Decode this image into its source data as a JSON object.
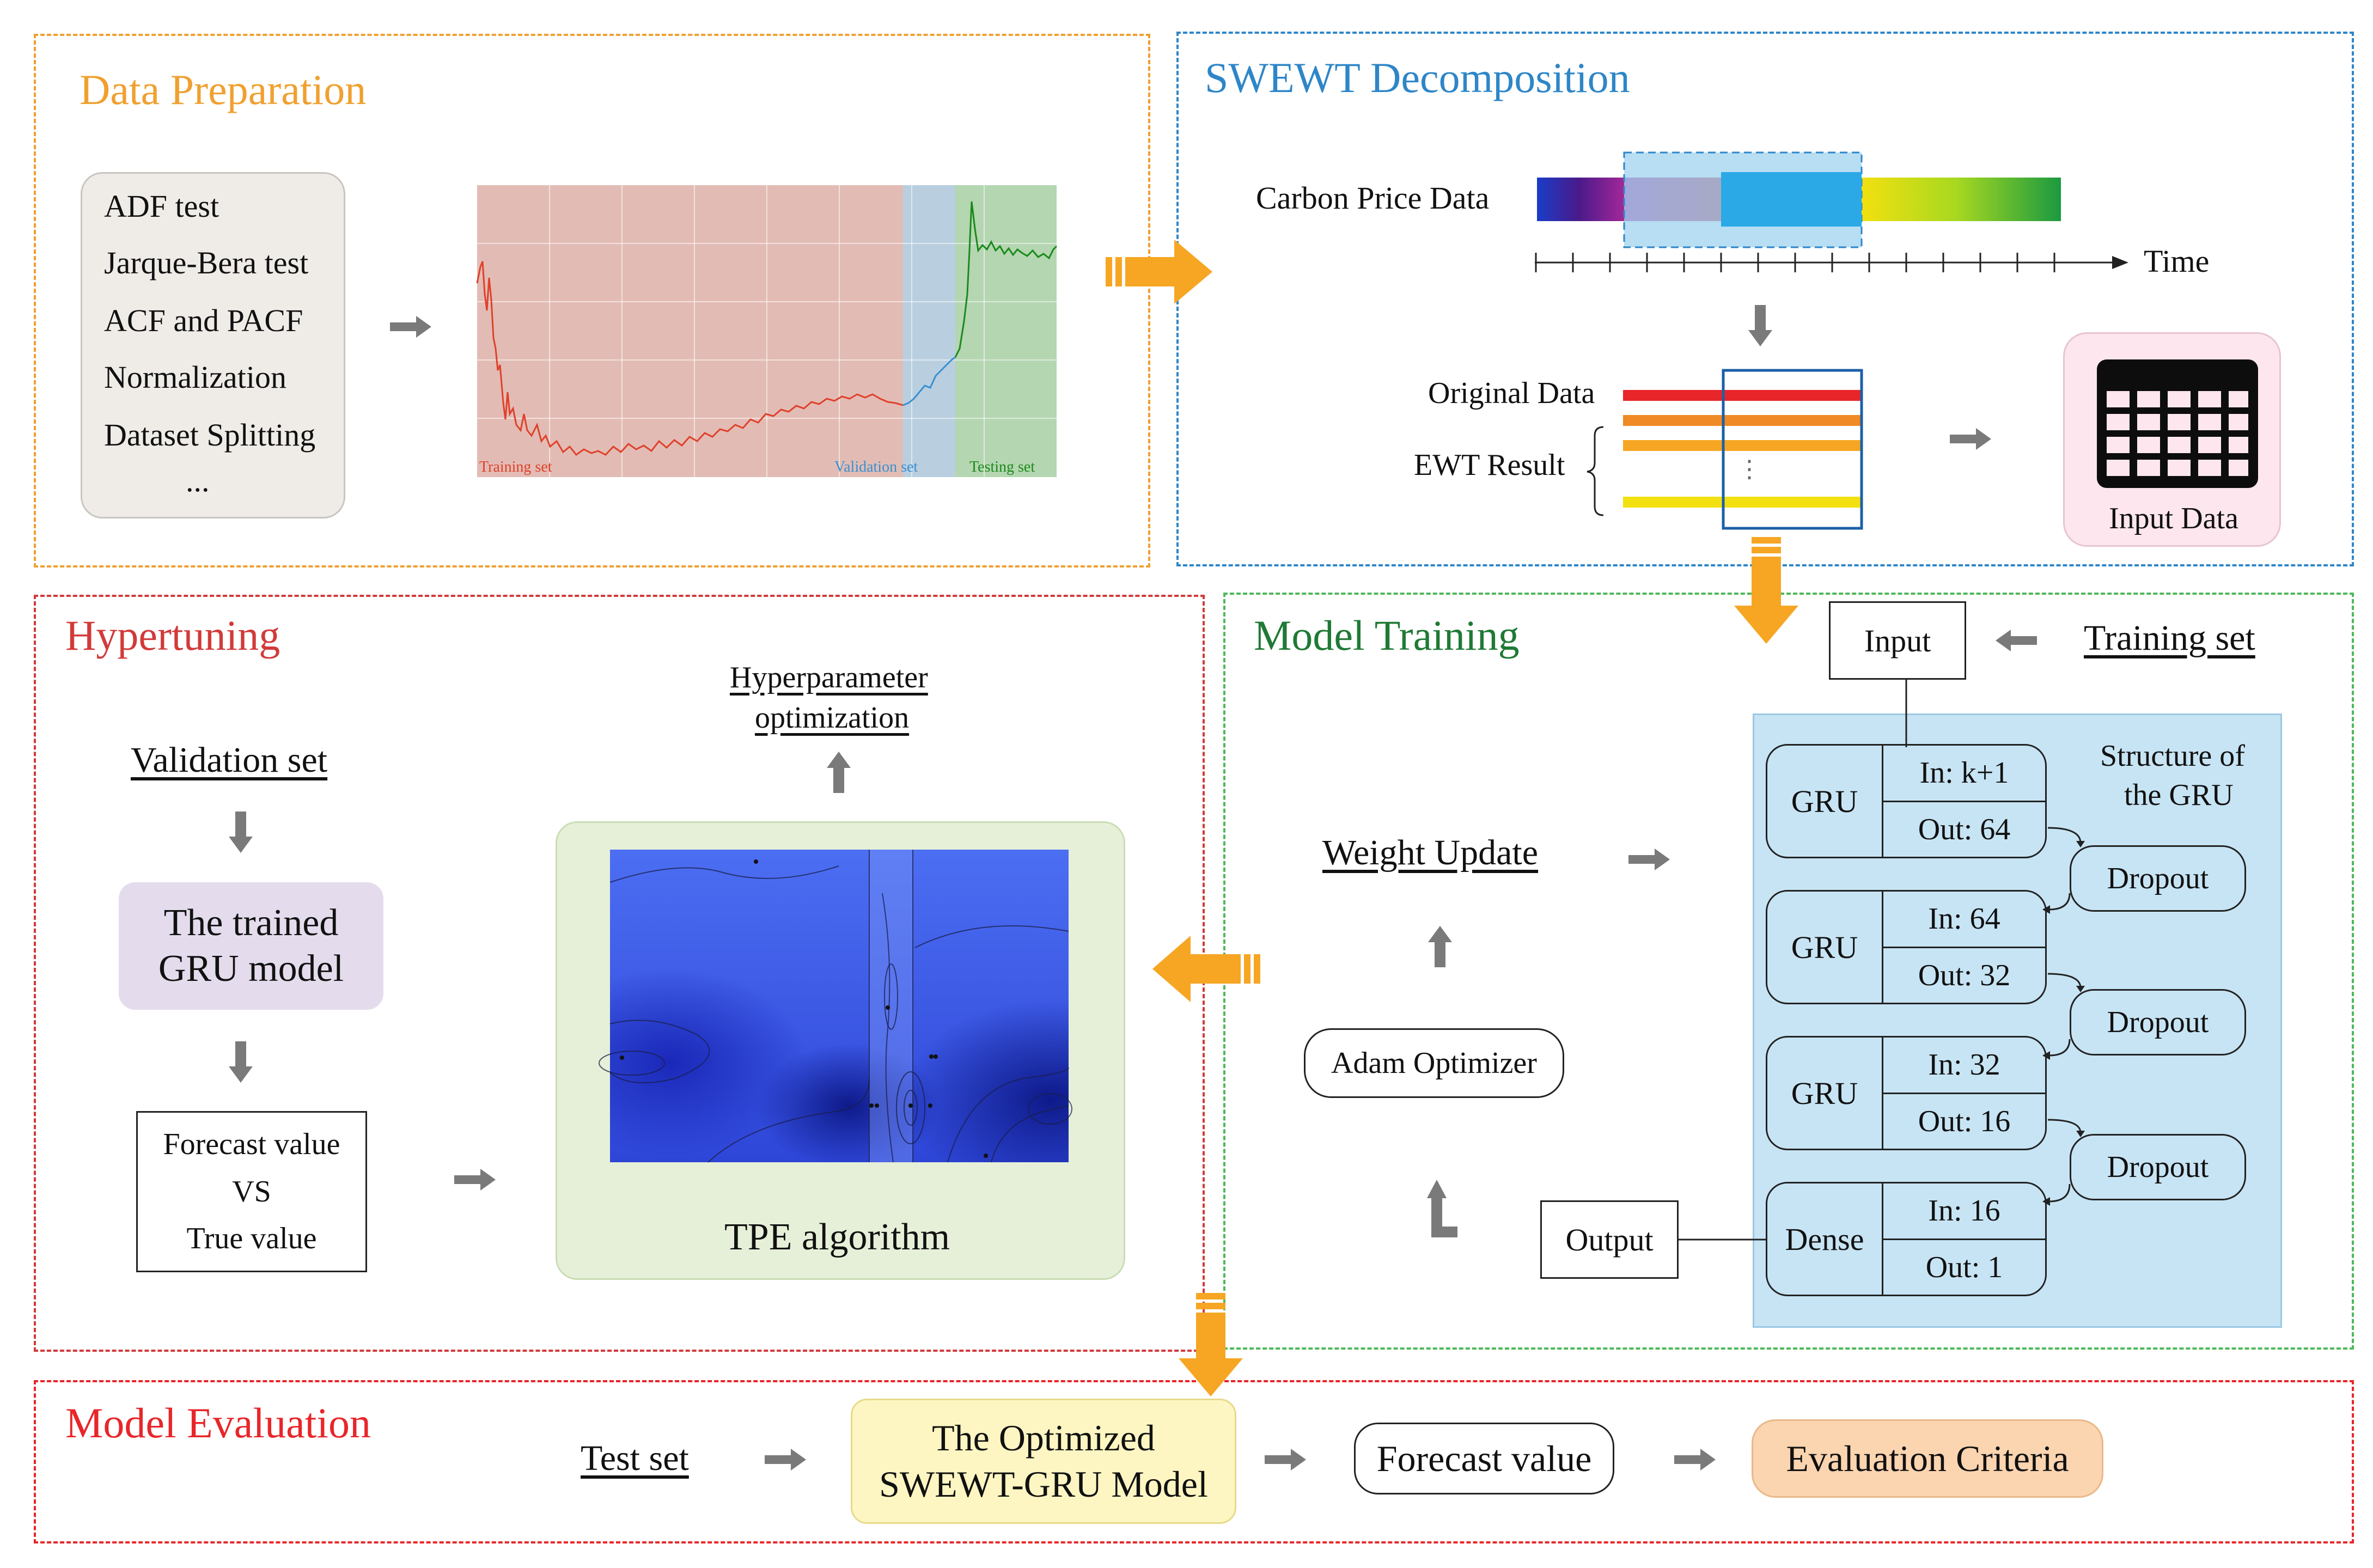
{
  "panels": {
    "data_prep": {
      "title": "Data Preparation",
      "color": "#f0a030"
    },
    "swewt": {
      "title": "SWEWT Decomposition",
      "color": "#2e86c8"
    },
    "hypertuning": {
      "title": "Hypertuning",
      "color": "#d23a3a"
    },
    "model_training": {
      "title": "Model Training",
      "color": "#1f7a35"
    },
    "model_evaluation": {
      "title": "Model Evaluation",
      "color": "#e8262a"
    }
  },
  "prep_steps": [
    "ADF test",
    "Jarque-Bera test",
    "ACF and PACF",
    "Normalization",
    "Dataset Splitting",
    "..."
  ],
  "split_chart": {
    "training_label": "Training set",
    "validation_label": "Validation set",
    "testing_label": "Testing set"
  },
  "swewt": {
    "carbon_price_label": "Carbon Price Data",
    "time_label": "Time",
    "original_data_label": "Original Data",
    "ewt_result_label": "EWT Result",
    "dots": "⋮",
    "input_data_label": "Input Data"
  },
  "hypertuning": {
    "validation_set": "Validation set",
    "trained_model": "The trained GRU model",
    "forecast_vs_line1": "Forecast value",
    "forecast_vs_line2": "VS",
    "forecast_vs_line3": "True value",
    "hyperparam_line1": "Hyperparameter",
    "hyperparam_line2": "optimization",
    "tpe_label": "TPE algorithm"
  },
  "training": {
    "input": "Input",
    "training_set": "Training set",
    "structure_line1": "Structure of",
    "structure_line2": "the GRU",
    "weight_update": "Weight Update",
    "adam": "Adam Optimizer",
    "output": "Output",
    "layers": [
      {
        "type": "GRU",
        "in": "In: k+1",
        "out": "Out: 64"
      },
      {
        "type": "GRU",
        "in": "In: 64",
        "out": "Out: 32"
      },
      {
        "type": "GRU",
        "in": "In: 32",
        "out": "Out: 16"
      },
      {
        "type": "Dense",
        "in": "In: 16",
        "out": "Out: 1"
      }
    ],
    "dropout": "Dropout"
  },
  "evaluation": {
    "test_set": "Test set",
    "optimized_line1": "The Optimized",
    "optimized_line2": "SWEWT-GRU Model",
    "forecast_value": "Forecast value",
    "criteria": "Evaluation Criteria"
  }
}
